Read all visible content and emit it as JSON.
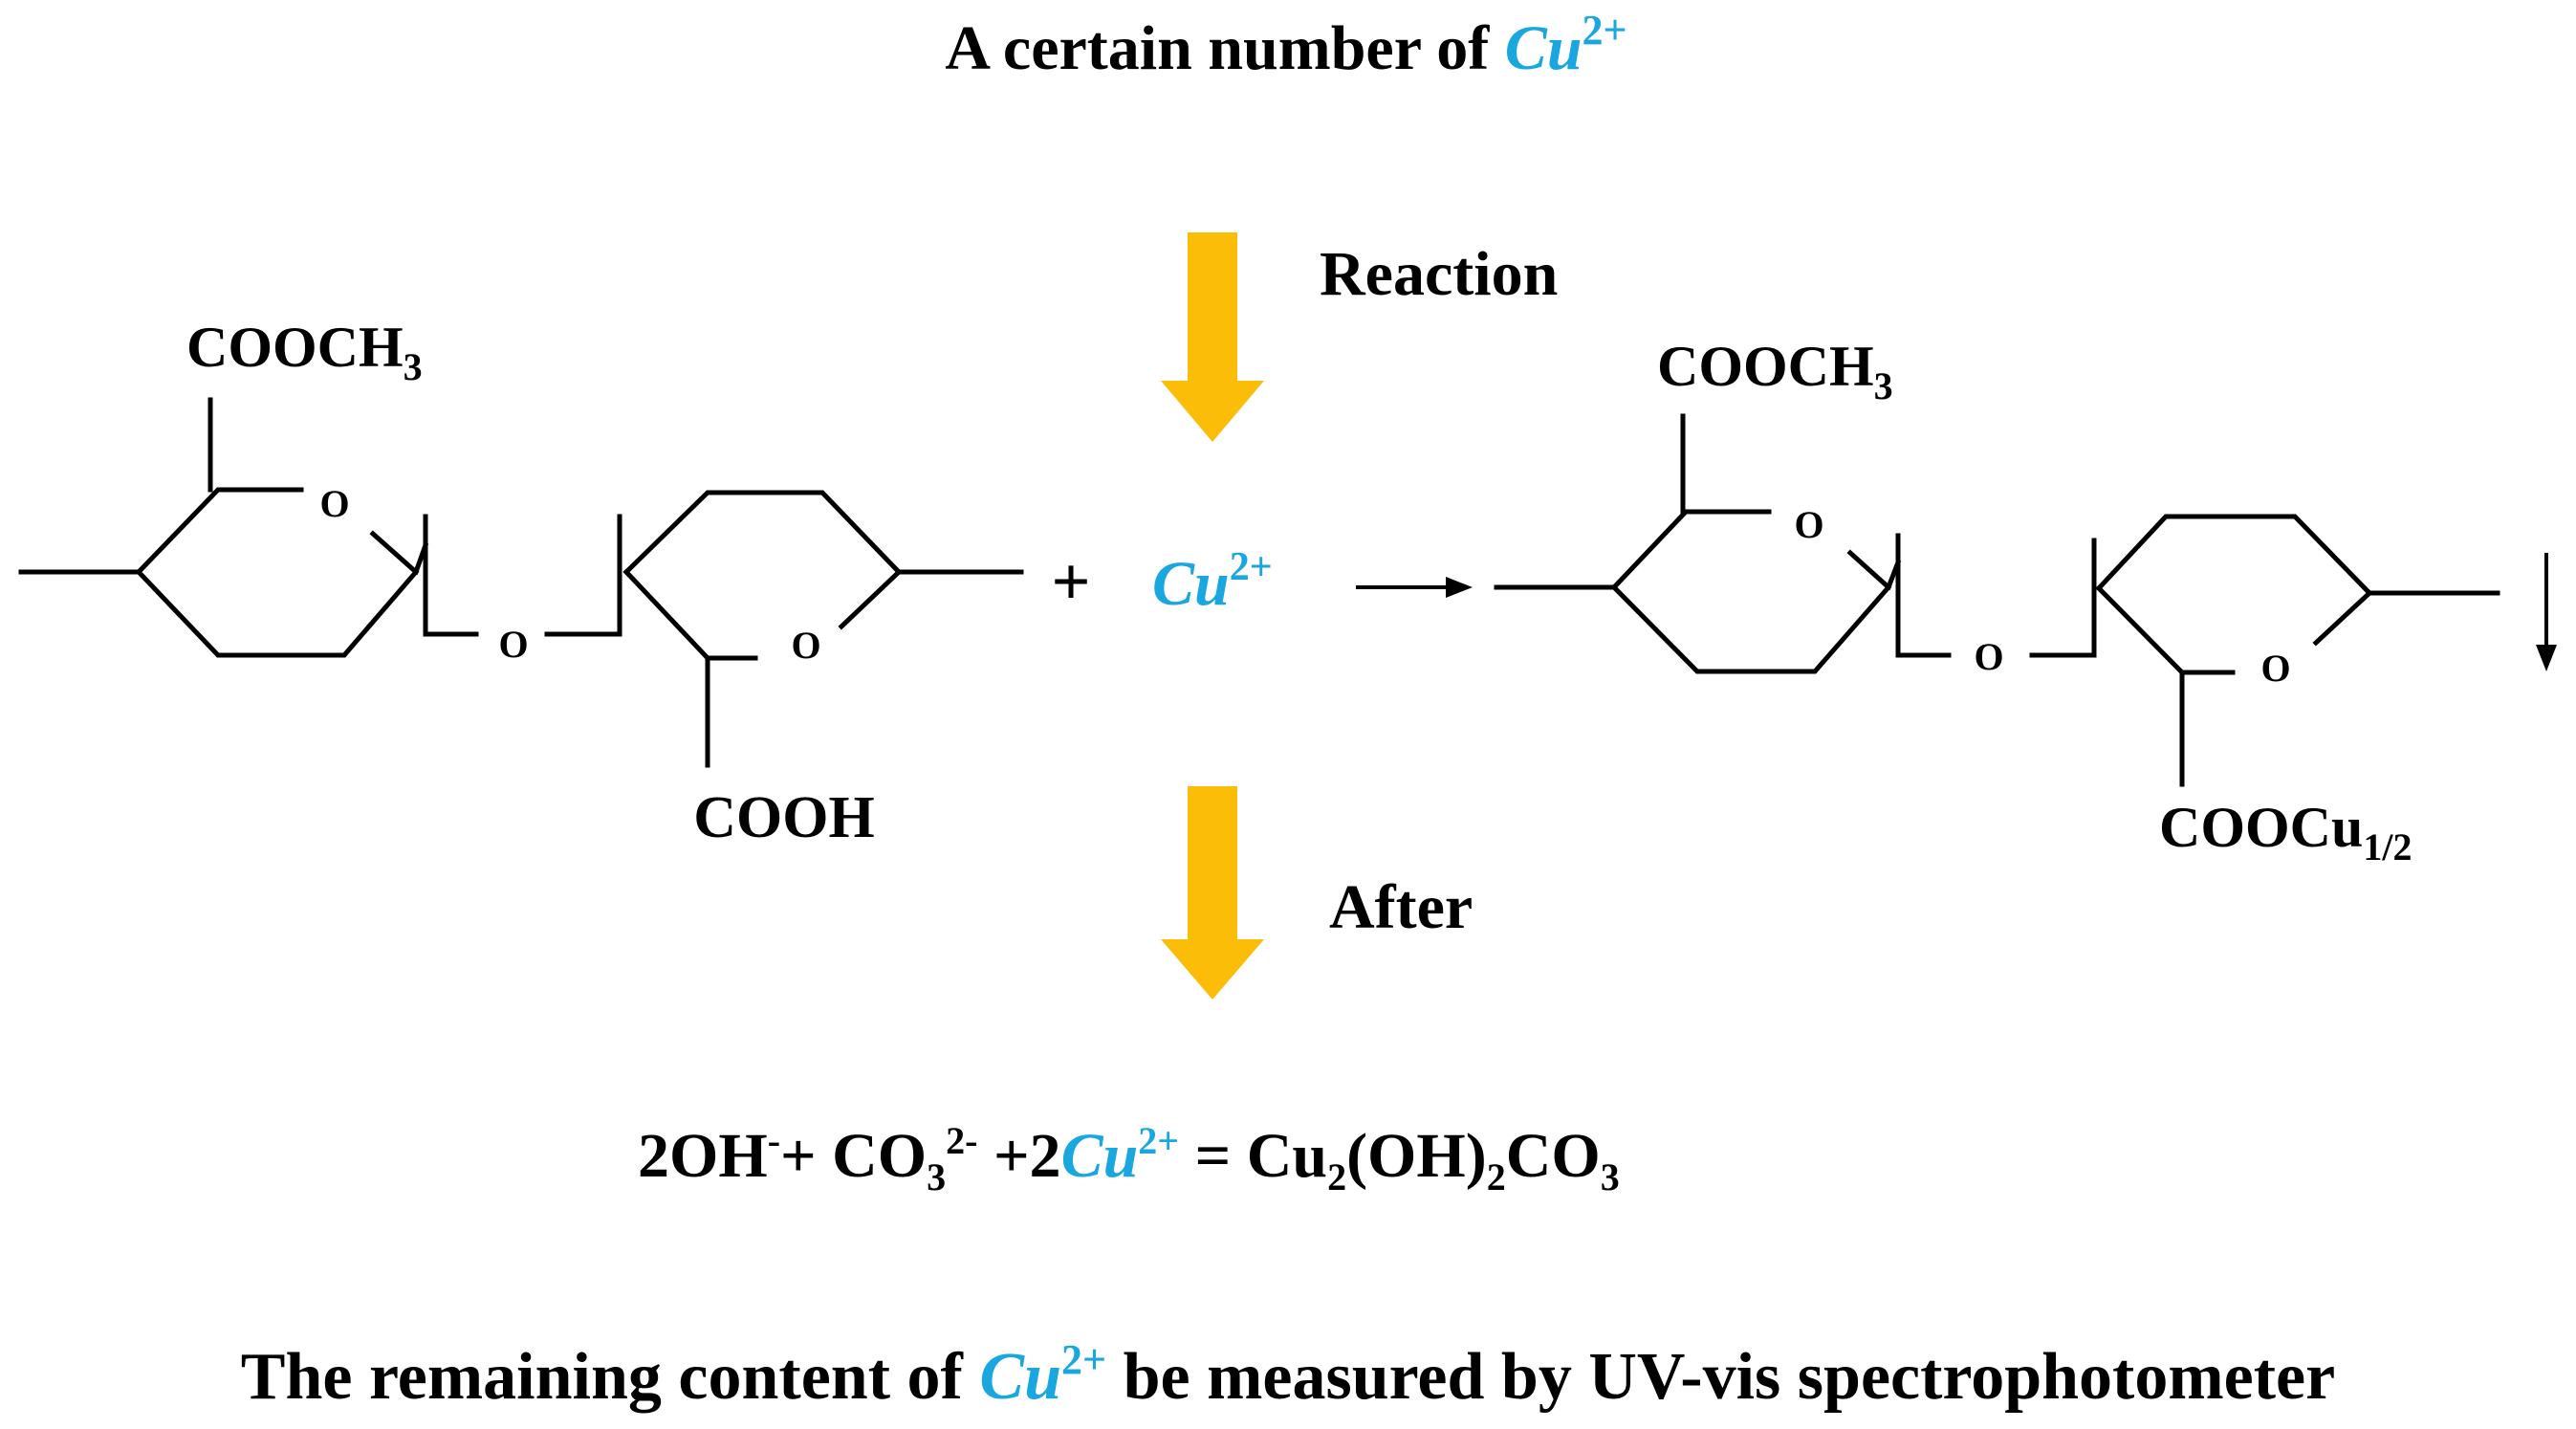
{
  "header": {
    "prefix": "A certain number of ",
    "ion": "Cu",
    "ion_charge": "2+"
  },
  "step1": {
    "label": "Reaction"
  },
  "step2": {
    "label": "After"
  },
  "reactant": {
    "top_group": "COOCH",
    "top_group_sub": "3",
    "ring_o_left": "O",
    "bridge_o": "O",
    "ring_o_right": "O",
    "bottom_group": "COOH"
  },
  "plus": "+",
  "reagent": {
    "ion": "Cu",
    "charge": "2+"
  },
  "product": {
    "top_group": "COOCH",
    "top_group_sub": "3",
    "ring_o_left": "O",
    "bridge_o": "O",
    "ring_o_right": "O",
    "bottom_group": "COOCu",
    "bottom_group_sub": "1/2"
  },
  "equation": {
    "t1": "2OH",
    "t1_sup": "-",
    "t2": "+ CO",
    "t2_sub": "3",
    "t2_sup": "2-",
    "t3": " +2",
    "ion": "Cu",
    "ion_sup": "2+",
    "t4": " = Cu",
    "t4_sub": "2",
    "t5": "(OH)",
    "t5_sub": "2",
    "t6": "CO",
    "t6_sub": "3"
  },
  "footer": {
    "prefix": "The remaining content of ",
    "ion": "Cu",
    "ion_sup": "2+",
    "suffix": " be measured by UV-vis spectrophotometer"
  },
  "colors": {
    "ion": "#1aa7e0",
    "arrow": "#fbbd08",
    "ink": "#000000"
  }
}
